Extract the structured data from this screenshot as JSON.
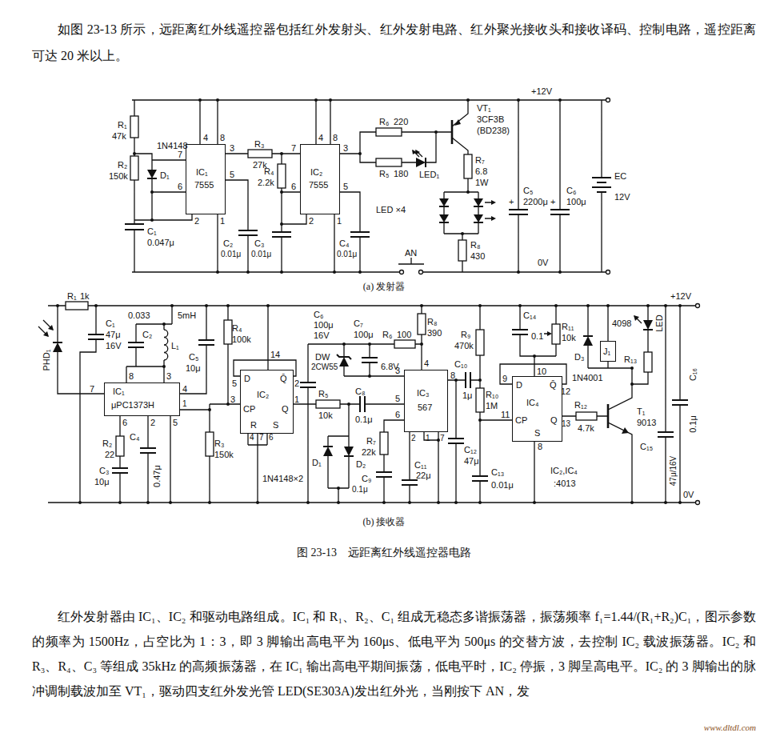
{
  "diagram": {
    "caption": "图 23-13　远距离红外线遥控器电路",
    "nodes": [
      {
        "text": [
          "IC₁",
          "7555"
        ]
      },
      {
        "text": [
          "IC₂",
          "7555"
        ]
      },
      {
        "text": [
          "IC₁",
          "μPC1373H"
        ]
      },
      {
        "text": [
          "D",
          "Q̄",
          "IC₂",
          "CP",
          "Q",
          "R",
          "S"
        ]
      },
      {
        "text": [
          "IC₃",
          "567"
        ]
      },
      {
        "text": [
          "D",
          "Q̄",
          "IC₄",
          "CP",
          "S",
          "Q"
        ]
      },
      {
        "text": [
          "J₁"
        ]
      }
    ],
    "labels": [
      "如图 23-13 所示，远距离红外线遥控器包括红外发射头、红外发射电路、红外聚光接收头和接收译码、控制电路，遥控距离可达 20 米以上。",
      "+12V",
      "R₁",
      "47k",
      "1N4148",
      "R₂",
      "150k",
      "D₁",
      "4",
      "8",
      "7",
      "6",
      "2",
      "1",
      "3",
      "5",
      "C₁",
      "0.047μ",
      "C₂",
      "0.01μ",
      "R₃",
      "27k",
      "R₄",
      "2.2k",
      "4",
      "8",
      "7",
      "6",
      "2",
      "1",
      "3",
      "5",
      "C₃",
      "0.01μ",
      "C₄",
      "0.01μ",
      "R₆",
      "220",
      "R₅",
      "180",
      "LED₁",
      "VT₁",
      "3CF3B",
      "(BD238)",
      "R₇",
      "6.8",
      "1W",
      "LED ×4",
      "R₈",
      "430",
      "+",
      "C₅",
      "2200μ",
      "+",
      "C₆",
      "100μ",
      "EC",
      "12V",
      "0V",
      "AN",
      "(a) 发射器",
      "R₁",
      "1k",
      "+12V",
      "0.033",
      "5mH",
      "C₁",
      "47μ",
      "16V",
      "C₂",
      "L₁",
      "C₅",
      "10μ",
      "PHD₁",
      "R₄",
      "100k",
      "C₆",
      "100μ",
      "16V",
      "R₆",
      "100",
      "R₈",
      "390",
      "C₇",
      "100μ",
      "DW",
      "2CW55",
      "6.8V",
      "R₉",
      "470k",
      "C₁₄",
      "0.1",
      "R₁₁",
      "10k",
      "4098",
      "D₃",
      "1N4001",
      "LED",
      "C₁₆",
      "0.1μ",
      "8",
      "3",
      "7",
      "4",
      "1",
      "6",
      "2",
      "5",
      "R₂",
      "22",
      "C₃",
      "10μ",
      "C₄",
      "0.47μ",
      "5",
      "14",
      "2",
      "3",
      "1",
      "4",
      "7",
      "6",
      "R₅",
      "10k",
      "C₈",
      "0.1μ",
      "R₃",
      "150k",
      "4",
      "3",
      "8",
      "5",
      "6",
      "2",
      "1",
      "7",
      "1N4148×2",
      "D₁",
      "D₂",
      "R₇",
      "22k",
      "C₉",
      "0.1μ",
      "C₁₁",
      "22μ",
      "C₁₀",
      "1μ",
      "R₁₀",
      "1M",
      "C₁₂",
      "47μ",
      "C₁₃",
      "0.01μ",
      "9",
      "10",
      "12",
      "11",
      "13",
      "8",
      "R₁₂",
      "4.7k",
      "T₁",
      "9013",
      "R₁₃",
      "C₁₅",
      "47μ/16V",
      "IC₂,IC₄",
      ":4013",
      "0V",
      "(b) 接收器",
      "红外发射器由 IC₁、IC₂ 和驱动电路组成。IC₁ 和 R₁、R₂、C₁ 组成无稳态多谐振荡器，振荡频率 f₁=1.44/(R₁+R₂)C₁，图示参数的频率为 1500Hz，占空比为 1：3，即 3 脚输出高电平为 160μs、低电平为 500μs 的交替方波，去控制 IC₂ 载波振荡器。IC₂ 和 R₃、R₄、C₃ 等组成 35kHz 的高频振荡器，在 IC₁ 输出高电平期间振荡，低电平时，IC₂ 停振，3 脚呈高电平。IC₂ 的 3 脚输出的脉冲调制载波加至 VT₁，驱动四支红外发光管 LED(SE303A)发出红外光，当刚按下 AN，发",
      "www.dltdl.com"
    ]
  }
}
